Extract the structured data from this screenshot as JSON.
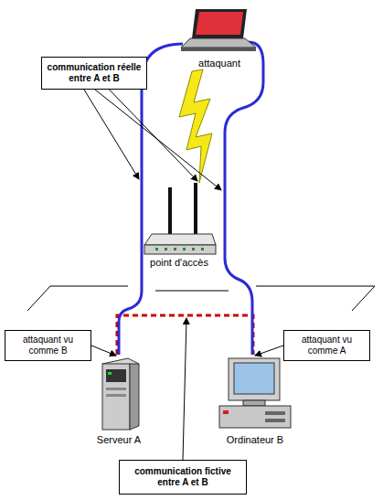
{
  "diagram": {
    "nodes": [
      {
        "text": [
          "communication réelle entre A et B"
        ]
      },
      {
        "text": [
          "attaquant vu comme B"
        ]
      },
      {
        "text": [
          "attaquant vu comme A"
        ]
      },
      {
        "text": [
          "communication fictive entre A et B"
        ]
      }
    ],
    "labels": [
      "attaquant",
      "point d'accès",
      "Serveur A",
      "Ordinateur B"
    ]
  }
}
